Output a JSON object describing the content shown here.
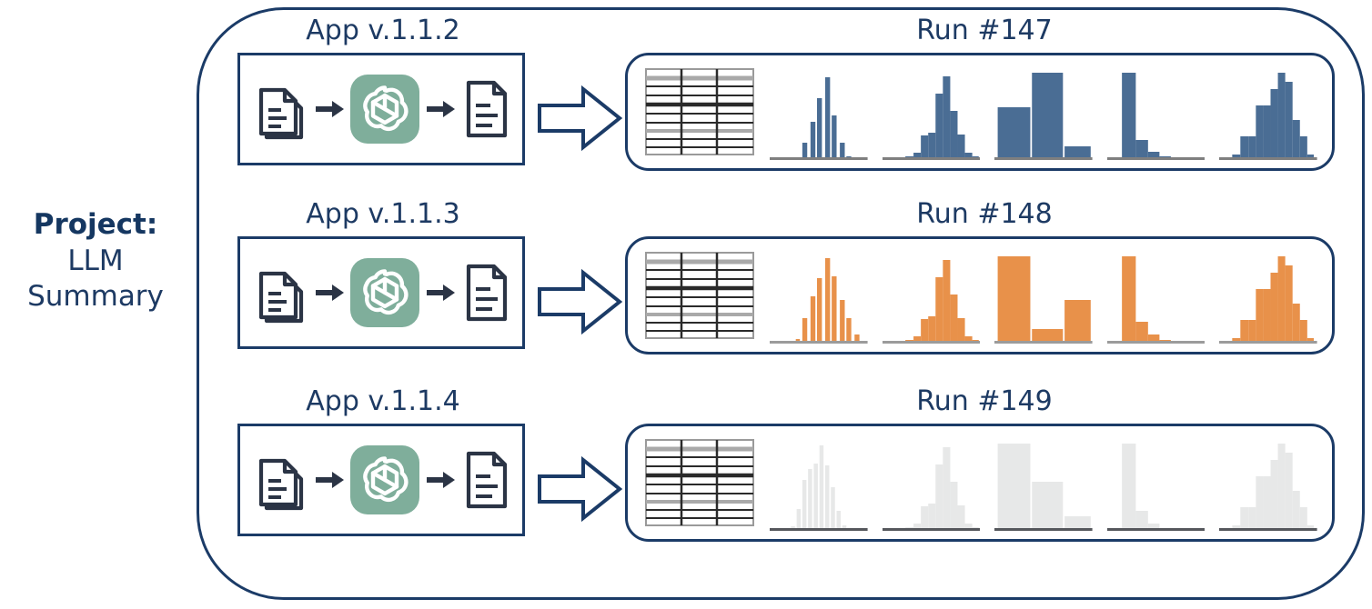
{
  "project": {
    "title_label": "Project:",
    "name_line1": "LLM",
    "name_line2": "Summary"
  },
  "colors": {
    "outline_navy": "#1b3b67",
    "text_navy": "#1d3a63",
    "icon_dark": "#2b3445",
    "logo_green": "#7fae9b",
    "hist_blue": "#4a6d94",
    "hist_orange": "#e8914a",
    "hist_grey": "#e7e8e8",
    "axis_grey": "#7f7f7f"
  },
  "rows": [
    {
      "app_label": "App v.1.1.2",
      "run_label": "Run #147",
      "state": "active-blue",
      "hist_color": "#4a6d94",
      "icons": [
        "documents-stack-icon",
        "arrow-right-icon",
        "openai-logo-icon",
        "arrow-right-icon",
        "document-icon"
      ]
    },
    {
      "app_label": "App v.1.1.3",
      "run_label": "Run #148",
      "state": "active-orange",
      "hist_color": "#e8914a",
      "icons": [
        "documents-stack-icon",
        "arrow-right-icon",
        "openai-logo-icon",
        "arrow-right-icon",
        "document-icon"
      ]
    },
    {
      "app_label": "App v.1.1.4",
      "run_label": "Run #149",
      "state": "pending-grey",
      "hist_color": "#e7e8e8",
      "icons": [
        "documents-stack-icon",
        "arrow-right-icon",
        "openai-logo-icon",
        "arrow-right-icon",
        "document-icon"
      ]
    }
  ],
  "table_thumb": {
    "columns": 3,
    "rows": 9
  },
  "chart_data": [
    {
      "type": "bar",
      "name": "hist-1-spiky",
      "title": "",
      "xlabel": "",
      "ylabel": "",
      "categories": [
        "b1",
        "b2",
        "b3",
        "b4",
        "b5",
        "b6",
        "b7",
        "b8",
        "b9",
        "b10",
        "b11",
        "b12",
        "b13",
        "b14",
        "b15"
      ],
      "values": [
        0,
        0,
        1,
        0,
        18,
        2,
        48,
        0,
        72,
        0,
        96,
        0,
        34,
        14,
        2
      ],
      "ylim": [
        0,
        100
      ],
      "grid": false
    },
    {
      "type": "bar",
      "name": "hist-2-bell",
      "title": "",
      "xlabel": "",
      "ylabel": "",
      "categories": [
        "b1",
        "b2",
        "b3",
        "b4",
        "b5",
        "b6",
        "b7",
        "b8",
        "b9",
        "b10",
        "b11",
        "b12",
        "b13",
        "b14",
        "b15"
      ],
      "values": [
        0,
        0,
        0,
        4,
        8,
        26,
        28,
        74,
        74,
        100,
        56,
        56,
        28,
        8,
        3
      ],
      "ylim": [
        0,
        100
      ],
      "grid": false
    },
    {
      "type": "bar",
      "name": "hist-3-wide-3bar",
      "title": "",
      "xlabel": "",
      "ylabel": "",
      "categories": [
        "b1",
        "b2",
        "b3"
      ],
      "values": [
        55,
        100,
        14
      ],
      "ylim": [
        0,
        100
      ],
      "grid": false
    },
    {
      "type": "bar",
      "name": "hist-4-exponential",
      "title": "",
      "xlabel": "",
      "ylabel": "",
      "categories": [
        "b1",
        "b2",
        "b3",
        "b4",
        "b5",
        "b6",
        "b7",
        "b8"
      ],
      "values": [
        100,
        22,
        8,
        3,
        1,
        0,
        0,
        0
      ],
      "ylim": [
        0,
        100
      ],
      "grid": false
    },
    {
      "type": "bar",
      "name": "hist-5-bell",
      "title": "",
      "xlabel": "",
      "ylabel": "",
      "categories": [
        "b1",
        "b2",
        "b3",
        "b4",
        "b5",
        "b6",
        "b7",
        "b8",
        "b9",
        "b10",
        "b11",
        "b12"
      ],
      "values": [
        0,
        6,
        26,
        26,
        58,
        58,
        78,
        100,
        86,
        46,
        26,
        6
      ],
      "ylim": [
        0,
        100
      ],
      "grid": false
    },
    {
      "type": "bar",
      "name": "hist-3-wide-3bar-orange",
      "title": "",
      "xlabel": "",
      "ylabel": "",
      "categories": [
        "b1",
        "b2",
        "b3"
      ],
      "values": [
        100,
        16,
        48
      ],
      "ylim": [
        0,
        100
      ],
      "grid": false
    }
  ]
}
